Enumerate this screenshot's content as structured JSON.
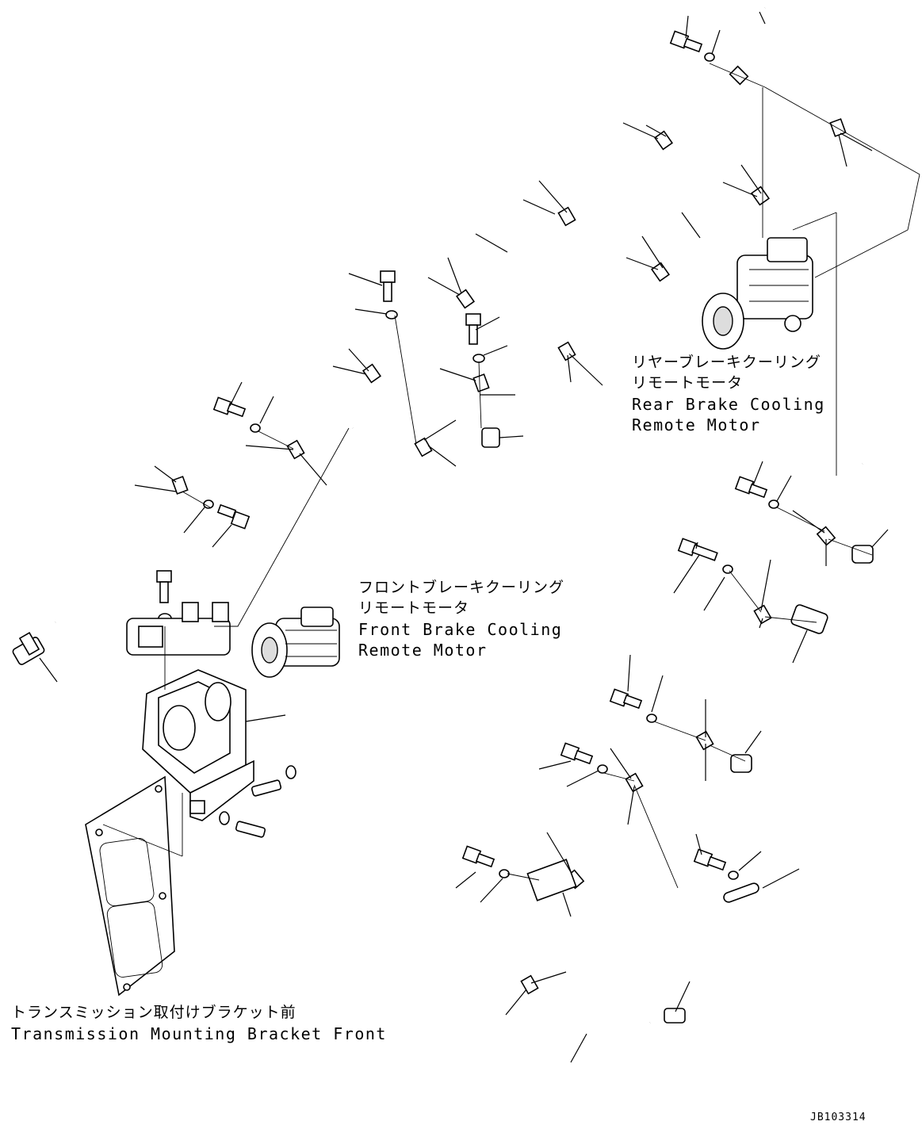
{
  "labels": {
    "rear_motor": {
      "jp_line1": "リヤーブレーキクーリング",
      "jp_line2": "リモートモータ",
      "en_line1": "Rear Brake Cooling",
      "en_line2": "Remote Motor"
    },
    "front_motor": {
      "jp_line1": "フロントブレーキクーリング",
      "jp_line2": "リモートモータ",
      "en_line1": "Front Brake Cooling",
      "en_line2": "Remote Motor"
    },
    "bracket": {
      "jp": "トランスミッション取付けブラケット前",
      "en": "Transmission Mounting Bracket Front"
    }
  },
  "drawing_id": "JB103314"
}
